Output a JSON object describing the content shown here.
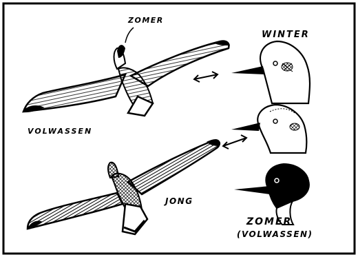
{
  "labels": {
    "zomer_top": "ZOMER",
    "winter": "WINTER",
    "volwassen": "VOLWASSEN",
    "jong": "JONG",
    "zomer_bottom": "ZOMER",
    "volwassen_paren": "(VOLWASSEN)"
  },
  "colors": {
    "ink": "#000000",
    "paper": "#ffffff"
  }
}
